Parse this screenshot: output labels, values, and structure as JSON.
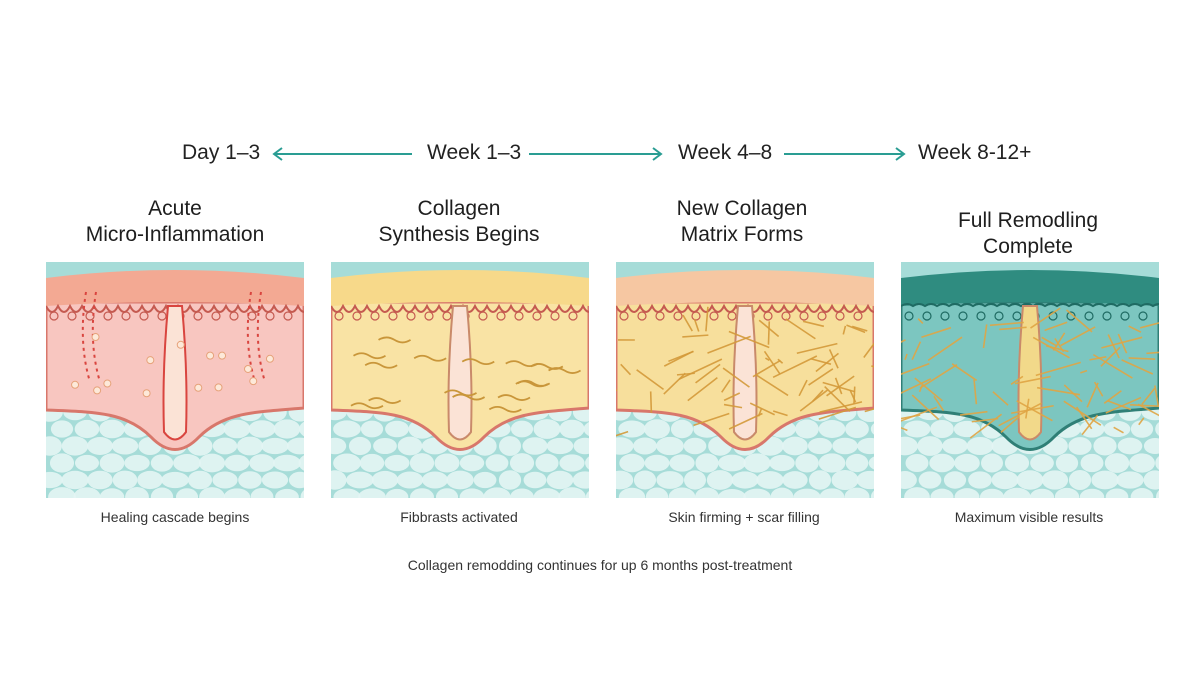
{
  "timeline": {
    "labels": [
      "Day 1–3",
      "Week 1–3",
      "Week 4–8",
      "Week 8-12+"
    ],
    "arrow_color": "#2a9d93"
  },
  "stages": [
    {
      "title_line1": "Acute",
      "title_line2": "Micro-Inflammation",
      "caption": "Healing cascade begins",
      "colors": {
        "epidermis": "#f3a993",
        "dermis": "#f8c6c0",
        "fat": "#a6dcd8",
        "accent": "#d9453f"
      }
    },
    {
      "title_line1": "Collagen",
      "title_line2": "Synthesis Begins",
      "caption": "Fibbrasts activated",
      "colors": {
        "epidermis": "#f7d98a",
        "dermis": "#f9e3a4",
        "fat": "#a6dcd8",
        "accent": "#c9963a"
      }
    },
    {
      "title_line1": "New Collagen",
      "title_line2": "Matrix Forms",
      "caption": "Skin firming + scar filling",
      "colors": {
        "epidermis": "#f6c7a2",
        "dermis": "#f7df9c",
        "fat": "#a6dcd8",
        "accent": "#d49a3a"
      }
    },
    {
      "title_line1": "Full Remodling",
      "title_line2": "Complete",
      "caption": "Maximum visible results",
      "colors": {
        "epidermis": "#2f8c80",
        "dermis": "#7cc6c0",
        "fat": "#a6dcd8",
        "accent": "#e0a544"
      }
    }
  ],
  "footnote": "Collagen remodding continues for up 6 months post-treatment"
}
